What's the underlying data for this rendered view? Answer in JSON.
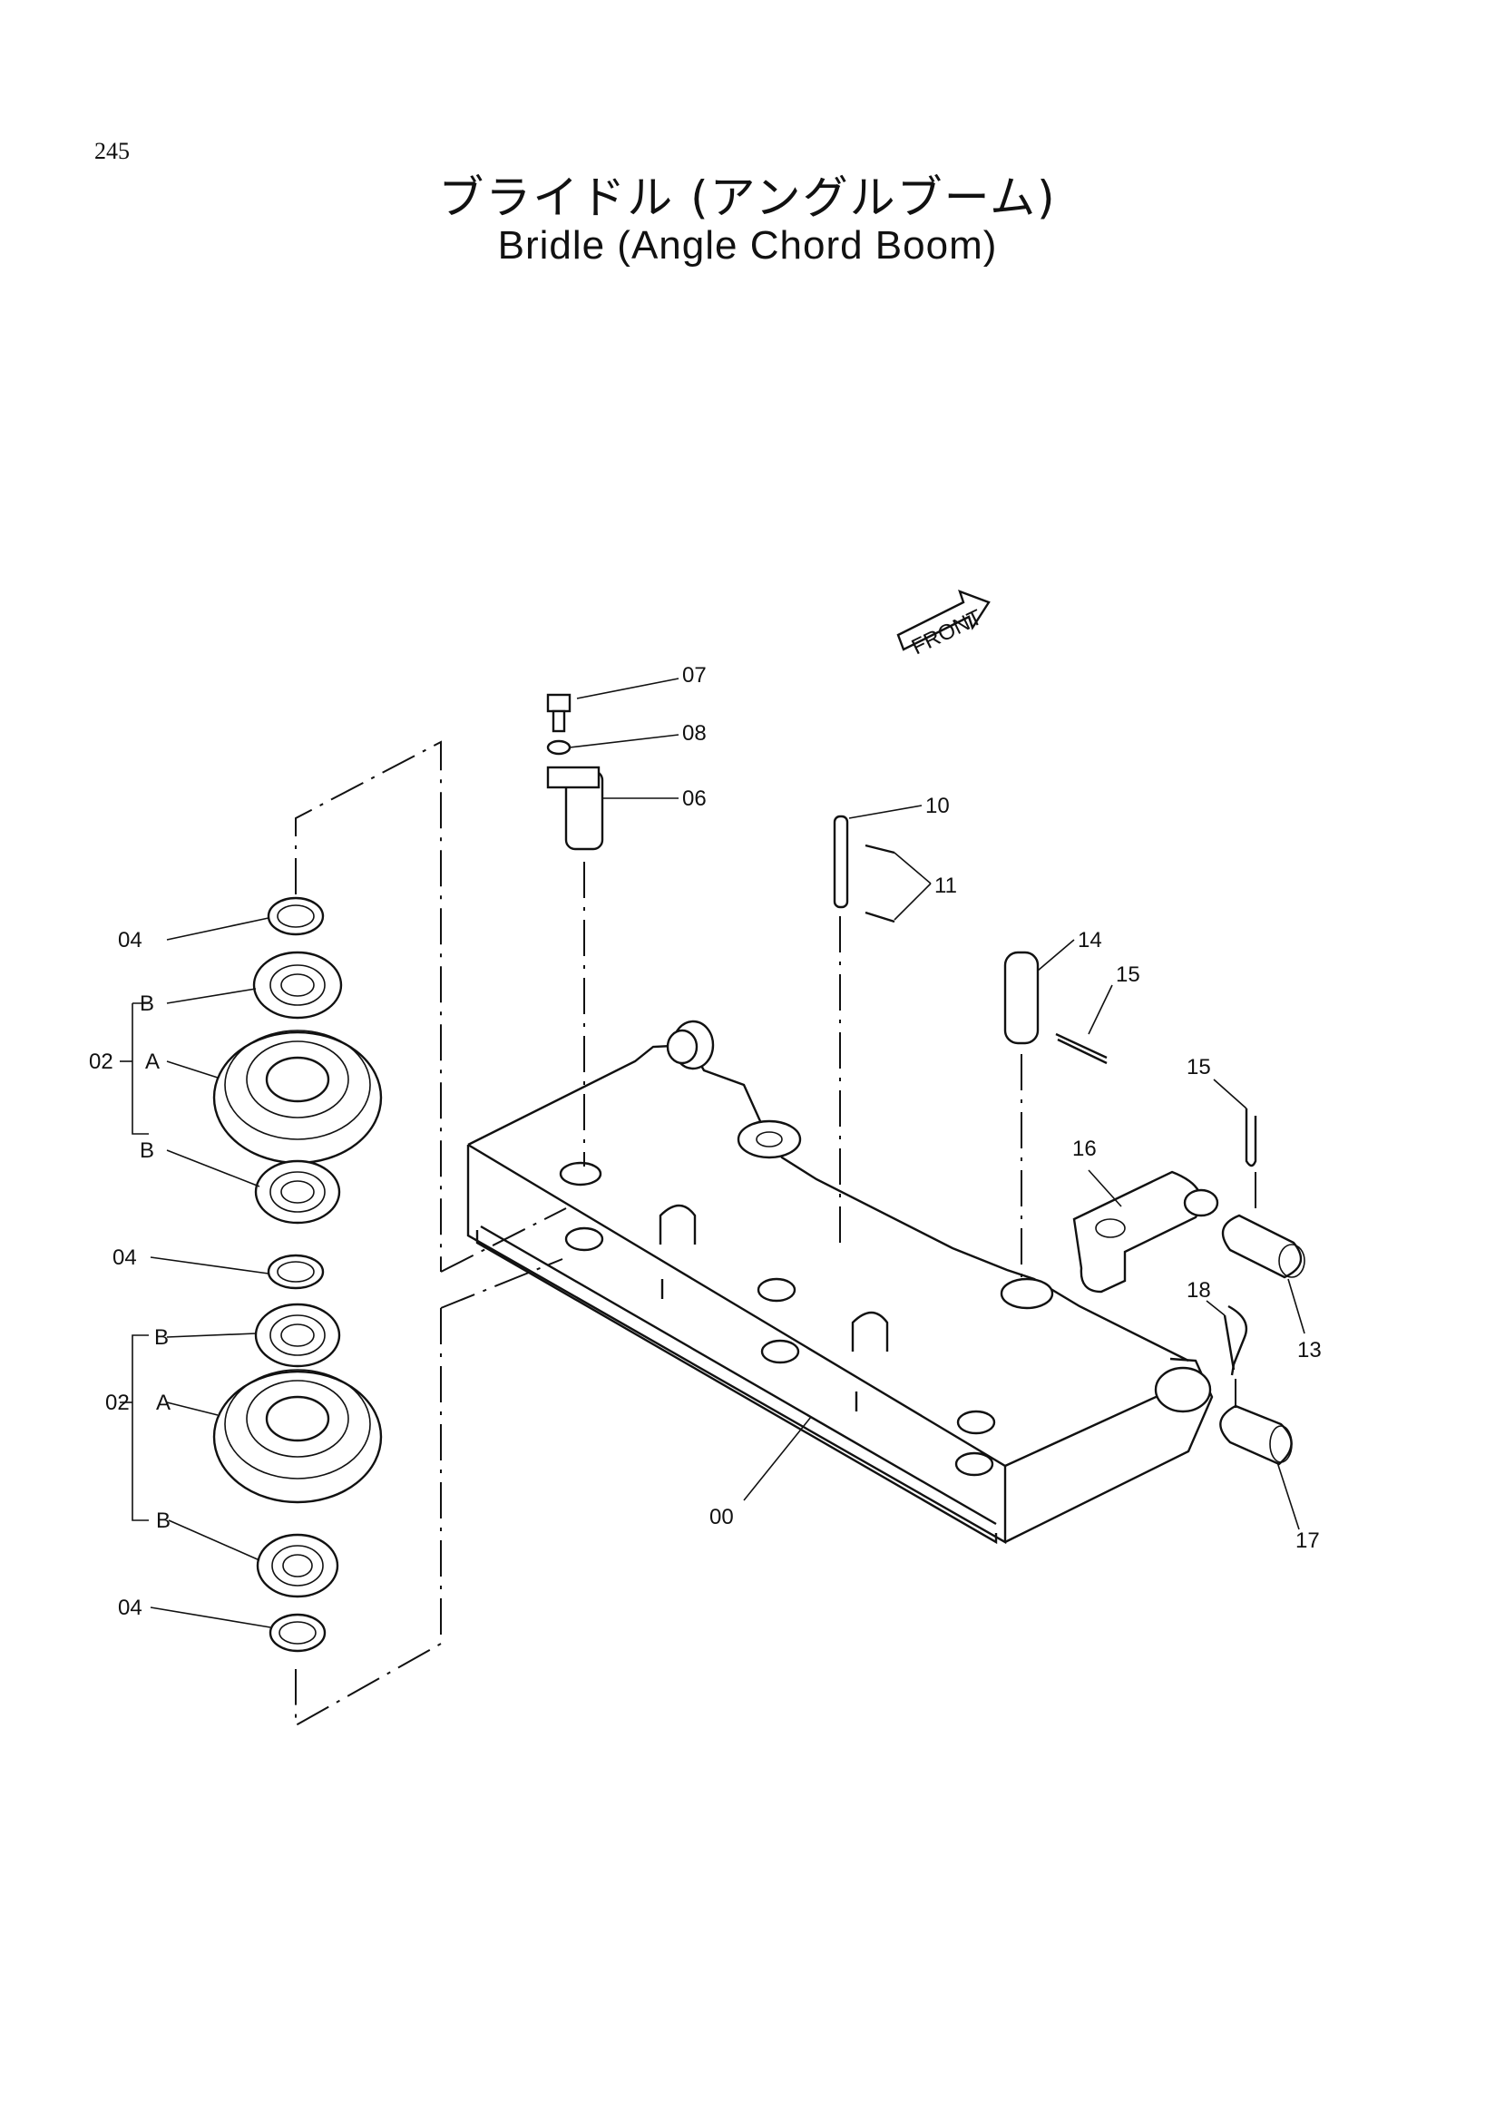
{
  "page_number": "245",
  "title_jp": "ブライドル (アングルブーム)",
  "title_en": "Bridle (Angle Chord Boom)",
  "front_arrow": "FRONT",
  "callouts": {
    "c00": "00",
    "c02_upper": "02",
    "c02_lower": "02",
    "c04_top": "04",
    "c04_mid": "04",
    "c04_bot": "04",
    "c06": "06",
    "c07": "07",
    "c08": "08",
    "c10": "10",
    "c11": "11",
    "c13": "13",
    "c14": "14",
    "c15_a": "15",
    "c15_b": "15",
    "c16": "16",
    "c17": "17",
    "c18": "18",
    "sub_a_upper": "A",
    "sub_b_upper_1": "B",
    "sub_b_upper_2": "B",
    "sub_a_lower": "A",
    "sub_b_lower_1": "B",
    "sub_b_lower_2": "B"
  }
}
